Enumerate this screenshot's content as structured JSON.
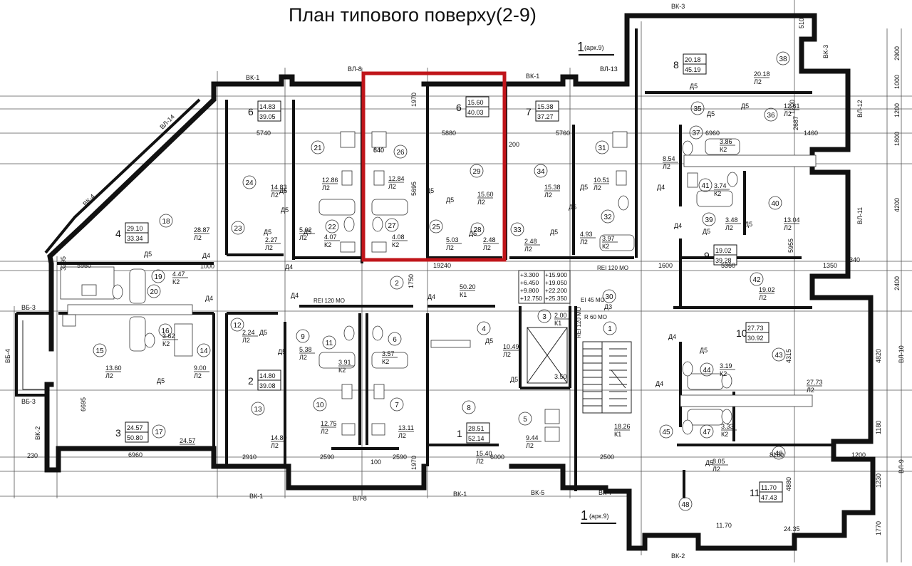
{
  "title": "План типового поверху(2-9)",
  "sheet_refs": [
    "1",
    "(арк.9)"
  ],
  "axes": {
    "top": [
      "ВК-1",
      "ВЛ-8",
      "ВК-1",
      "ВЛ-13",
      "ВК-3"
    ],
    "bottom": [
      "ВК-1",
      "ВЛ-8",
      "ВК-1",
      "ВК-5",
      "ВК-7",
      "ВК-2"
    ],
    "left": [
      "ВЛ-14",
      "ВК-4",
      "ВБ-3",
      "ВБ-4",
      "ВБ-3",
      "ВК-2"
    ],
    "right": [
      "ВК-3",
      "ВЛ-12",
      "ВЛ-11",
      "ВЛ-10",
      "ВЛ-9"
    ]
  },
  "apartments": [
    {
      "no": "6",
      "living": "14.83",
      "total": "39.05"
    },
    {
      "no": "6",
      "living": "15.60",
      "total": "40.03"
    },
    {
      "no": "7",
      "living": "15.38",
      "total": "37.27"
    },
    {
      "no": "8",
      "living": "20.18",
      "total": "45.19"
    },
    {
      "no": "4",
      "living": "29.10",
      "total": "33.34"
    },
    {
      "no": "9",
      "living": "19.02",
      "total": "39.28"
    },
    {
      "no": "10",
      "living": "27.73",
      "total": "30.92"
    },
    {
      "no": "2",
      "living": "14.80",
      "total": "39.08"
    },
    {
      "no": "3",
      "living": "24.57",
      "total": "50.80"
    },
    {
      "no": "1",
      "living": "28.51",
      "total": "52.14"
    },
    {
      "no": "11",
      "living": "11.70",
      "total": "47.43"
    }
  ],
  "room_areas": [
    {
      "area": "14.83",
      "code": "Л2"
    },
    {
      "area": "12.86",
      "code": "Л2"
    },
    {
      "area": "12.84",
      "code": "Л2"
    },
    {
      "area": "15.60",
      "code": "Л2"
    },
    {
      "area": "15.38",
      "code": "Л2"
    },
    {
      "area": "10.51",
      "code": "Л2"
    },
    {
      "area": "20.18",
      "code": "Л2"
    },
    {
      "area": "12.61",
      "code": "Л2"
    },
    {
      "area": "3.86",
      "code": "К2"
    },
    {
      "area": "8.54",
      "code": "Л2"
    },
    {
      "area": "3.74",
      "code": "К2"
    },
    {
      "area": "3.48",
      "code": "Л2"
    },
    {
      "area": "13.04",
      "code": "Л2"
    },
    {
      "area": "2.27",
      "code": "Л2"
    },
    {
      "area": "5.02",
      "code": "Л2"
    },
    {
      "area": "4.07",
      "code": "К2"
    },
    {
      "area": "4.08",
      "code": "К2"
    },
    {
      "area": "5.03",
      "code": "Л2"
    },
    {
      "area": "2.48",
      "code": "Л2"
    },
    {
      "area": "2.48",
      "code": "Л2"
    },
    {
      "area": "4.93",
      "code": "Л2"
    },
    {
      "area": "3.97",
      "code": "К2"
    },
    {
      "area": "28.87",
      "code": "Л2"
    },
    {
      "area": "4.47",
      "code": "К2"
    },
    {
      "area": "50.20",
      "code": "К1"
    },
    {
      "area": "19.02",
      "code": "Л2"
    },
    {
      "area": "2.00",
      "code": "К1"
    },
    {
      "area": "3.62",
      "code": "К2"
    },
    {
      "area": "2.24",
      "code": "Л2"
    },
    {
      "area": "5.38",
      "code": "Л2"
    },
    {
      "area": "3.91",
      "code": "К2"
    },
    {
      "area": "3.57",
      "code": "К2"
    },
    {
      "area": "10.49",
      "code": "Л2"
    },
    {
      "area": "3.19",
      "code": "К2"
    },
    {
      "area": "13.60",
      "code": "Л2"
    },
    {
      "area": "9.00",
      "code": "Л2"
    },
    {
      "area": "12.75",
      "code": "Л2"
    },
    {
      "area": "13.11",
      "code": "Л2"
    },
    {
      "area": "27.73",
      "code": "Л2"
    },
    {
      "area": "3.33",
      "code": "К2"
    },
    {
      "area": "18.26",
      "code": "К1"
    },
    {
      "area": "24.57",
      "code": "Л2"
    },
    {
      "area": "14.80",
      "code": "Л2"
    },
    {
      "area": "15.40",
      "code": "Л2"
    },
    {
      "area": "9.44",
      "code": "Л2"
    },
    {
      "area": "8.05",
      "code": "Л2"
    },
    {
      "area": "11.70",
      "code": ""
    },
    {
      "area": "24.35",
      "code": ""
    }
  ],
  "dims": {
    "top_row": [
      "5740",
      "5880",
      "5760",
      "6960",
      "1460",
      "840",
      "1200",
      "1970"
    ],
    "mid_row": [
      "5960",
      "1000",
      "19240",
      "1600",
      "5360",
      "1350",
      "340",
      "1750",
      "5695",
      "5955"
    ],
    "bottom_row": [
      "2910",
      "2590",
      "2590",
      "6000",
      "2500",
      "8160",
      "1200",
      "6960",
      "230",
      "1970",
      "100"
    ],
    "side": [
      "2900",
      "1000",
      "1200",
      "1800",
      "4200",
      "2400",
      "4820",
      "4315",
      "1180",
      "1230",
      "1770",
      "6695",
      "3295",
      "4880",
      "2687",
      "640",
      "200",
      "510"
    ]
  },
  "fire_notes": [
    "REI 120 MO",
    "REI 120 MO",
    "EI 45 MO",
    "R 60 MO",
    "REI 120 MO"
  ],
  "door_codes": [
    "Д5",
    "Д4",
    "Д3"
  ],
  "elevations": [
    "+3.300",
    "+15.900",
    "+6.450",
    "+19.050",
    "+9.800",
    "+22.200",
    "+12.750",
    "+25.350"
  ],
  "room_numbers": [
    "1",
    "2",
    "3",
    "4",
    "5",
    "6",
    "7",
    "8",
    "9",
    "10",
    "11",
    "12",
    "13",
    "14",
    "15",
    "16",
    "17",
    "18",
    "19",
    "20",
    "21",
    "22",
    "23",
    "24",
    "25",
    "26",
    "27",
    "28",
    "29",
    "30",
    "31",
    "32",
    "33",
    "34",
    "35",
    "36",
    "37",
    "38",
    "39",
    "40",
    "41",
    "42",
    "43",
    "44",
    "45",
    "46",
    "47",
    "48"
  ],
  "stair_mark": "3.50",
  "highlight_color": "#c0151a"
}
